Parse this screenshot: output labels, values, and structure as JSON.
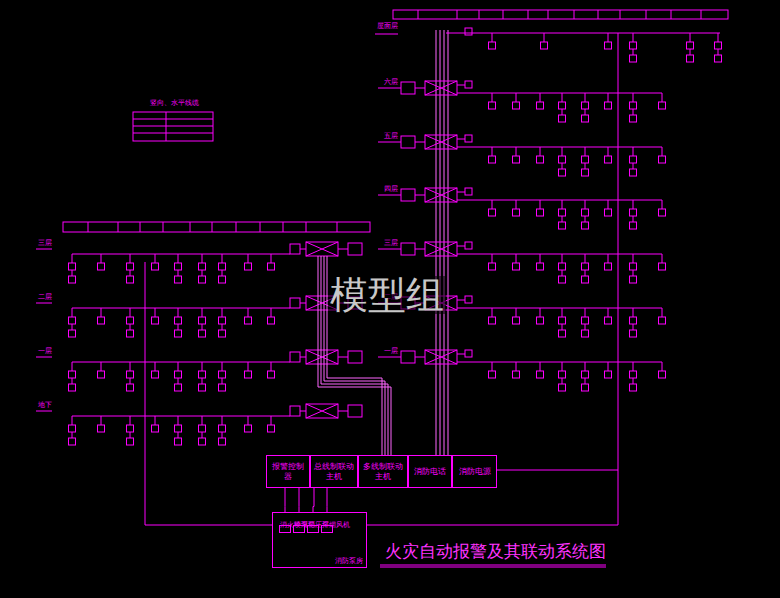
{
  "diagram": {
    "title": "火灾自动报警及其联动系统图",
    "nodes": [
      {
        "text": [
          "报警控制器"
        ]
      },
      {
        "text": [
          "总线制联动主机"
        ]
      },
      {
        "text": [
          "多线制联动主机"
        ]
      },
      {
        "text": [
          "消防电话"
        ]
      },
      {
        "text": [
          "消防电源"
        ]
      },
      {
        "text": [
          "消防泵房"
        ]
      },
      {
        "text": [
          "消火栓泵"
        ],
        "in": 5
      },
      {
        "text": [
          "喷淋泵"
        ],
        "in": 5
      },
      {
        "text": [
          "稳压泵"
        ],
        "in": 5
      },
      {
        "text": [
          "排烟风机"
        ],
        "in": 5
      }
    ],
    "edges": [
      {
        "from": 6,
        "to": 0,
        "arrow": "none"
      },
      {
        "from": 7,
        "to": 0,
        "arrow": "none"
      },
      {
        "from": 8,
        "to": 1,
        "arrow": "none"
      },
      {
        "from": 9,
        "to": 1,
        "arrow": "none"
      }
    ],
    "labels": [
      "屋面层",
      "六层",
      "五层",
      "四层",
      "三层",
      "二层",
      "一层",
      "三层",
      "二层",
      "一层",
      "地下",
      "竖向、水平线缆",
      "模型组"
    ]
  }
}
